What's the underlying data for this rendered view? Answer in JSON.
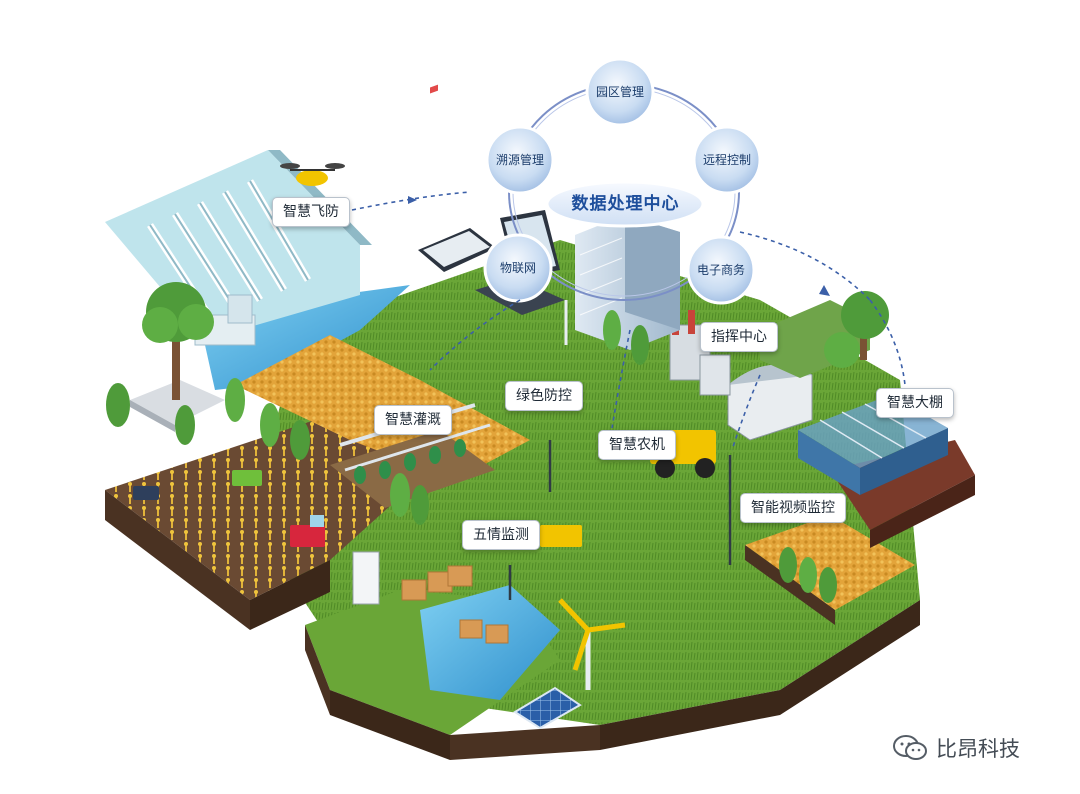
{
  "center": {
    "title": "数据处理中心"
  },
  "ring_nodes": {
    "park": "园区管理",
    "trace": "溯源管理",
    "remote": "远程控制",
    "iot": "物联网",
    "ecommerce": "电子商务"
  },
  "labels": {
    "drone": "智慧飞防",
    "command": "指挥中心",
    "greenhouse": "智慧大棚",
    "green_control": "绿色防控",
    "irrigation": "智慧灌溉",
    "machinery": "智慧农机",
    "video": "智能视频监控",
    "monitoring": "五情监测"
  },
  "brand": {
    "name": "比昂科技",
    "icon": "wechat-icon"
  },
  "colors": {
    "grass": "#6aa637",
    "soil": "#5b3f2c",
    "water": "#3aa0d8",
    "ring": "#7b8fc7",
    "node": "#c9dcf2",
    "wheat": "#e8a92f"
  }
}
